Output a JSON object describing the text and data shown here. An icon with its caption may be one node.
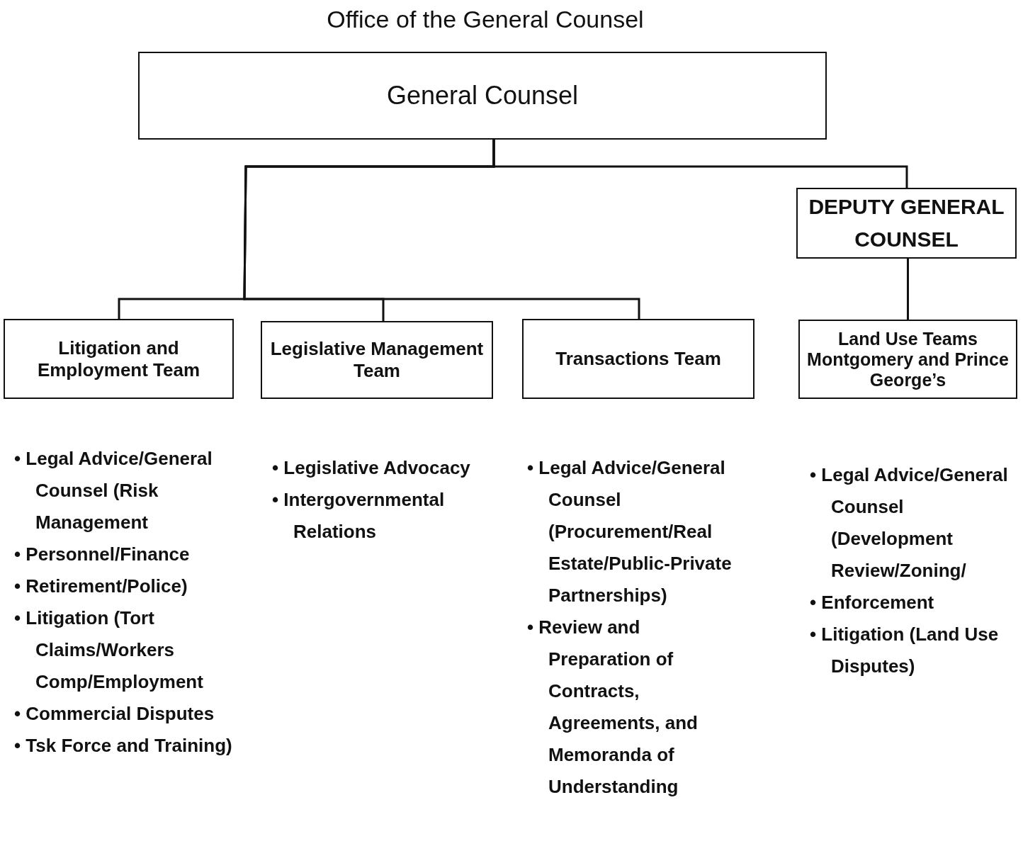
{
  "diagram": {
    "title": "Office of the General Counsel",
    "nodes": [
      {
        "text": [
          "General Counsel"
        ]
      },
      {
        "text": [
          "DEPUTY GENERAL COUNSEL"
        ]
      },
      {
        "text": [
          "Litigation and Employment Team"
        ],
        "beside": [
          "• Legal Advice/General Counsel (Risk Management",
          "• Personnel/Finance",
          "• Retirement/Police)",
          "• Litigation (Tort Claims/Workers Comp/Employment",
          "• Commercial Disputes",
          "• Tsk Force and Training)"
        ]
      },
      {
        "text": [
          "Legislative Management Team"
        ],
        "beside": [
          "• Legislative Advocacy",
          "• Intergovernmental Relations"
        ]
      },
      {
        "text": [
          "Transactions Team"
        ],
        "beside": [
          "• Legal Advice/General Counsel (Procurement/Real Estate/Public-Private Partnerships)",
          "• Review and Preparation of Contracts, Agreements, and Memoranda of Understanding"
        ]
      },
      {
        "text": [
          "Land Use Teams Montgomery and Prince George’s"
        ],
        "beside": [
          "• Legal Advice/General Counsel (Development Review/Zoning/",
          "• Enforcement",
          "• Litigation (Land Use Disputes)"
        ]
      }
    ],
    "edges": [
      {
        "from": 0,
        "to": 1,
        "arrow": "none"
      },
      {
        "from": 0,
        "to": 2,
        "arrow": "none"
      },
      {
        "from": 0,
        "to": 3,
        "arrow": "none"
      },
      {
        "from": 0,
        "to": 4,
        "arrow": "none"
      },
      {
        "from": 1,
        "to": 5,
        "arrow": "none"
      }
    ]
  }
}
